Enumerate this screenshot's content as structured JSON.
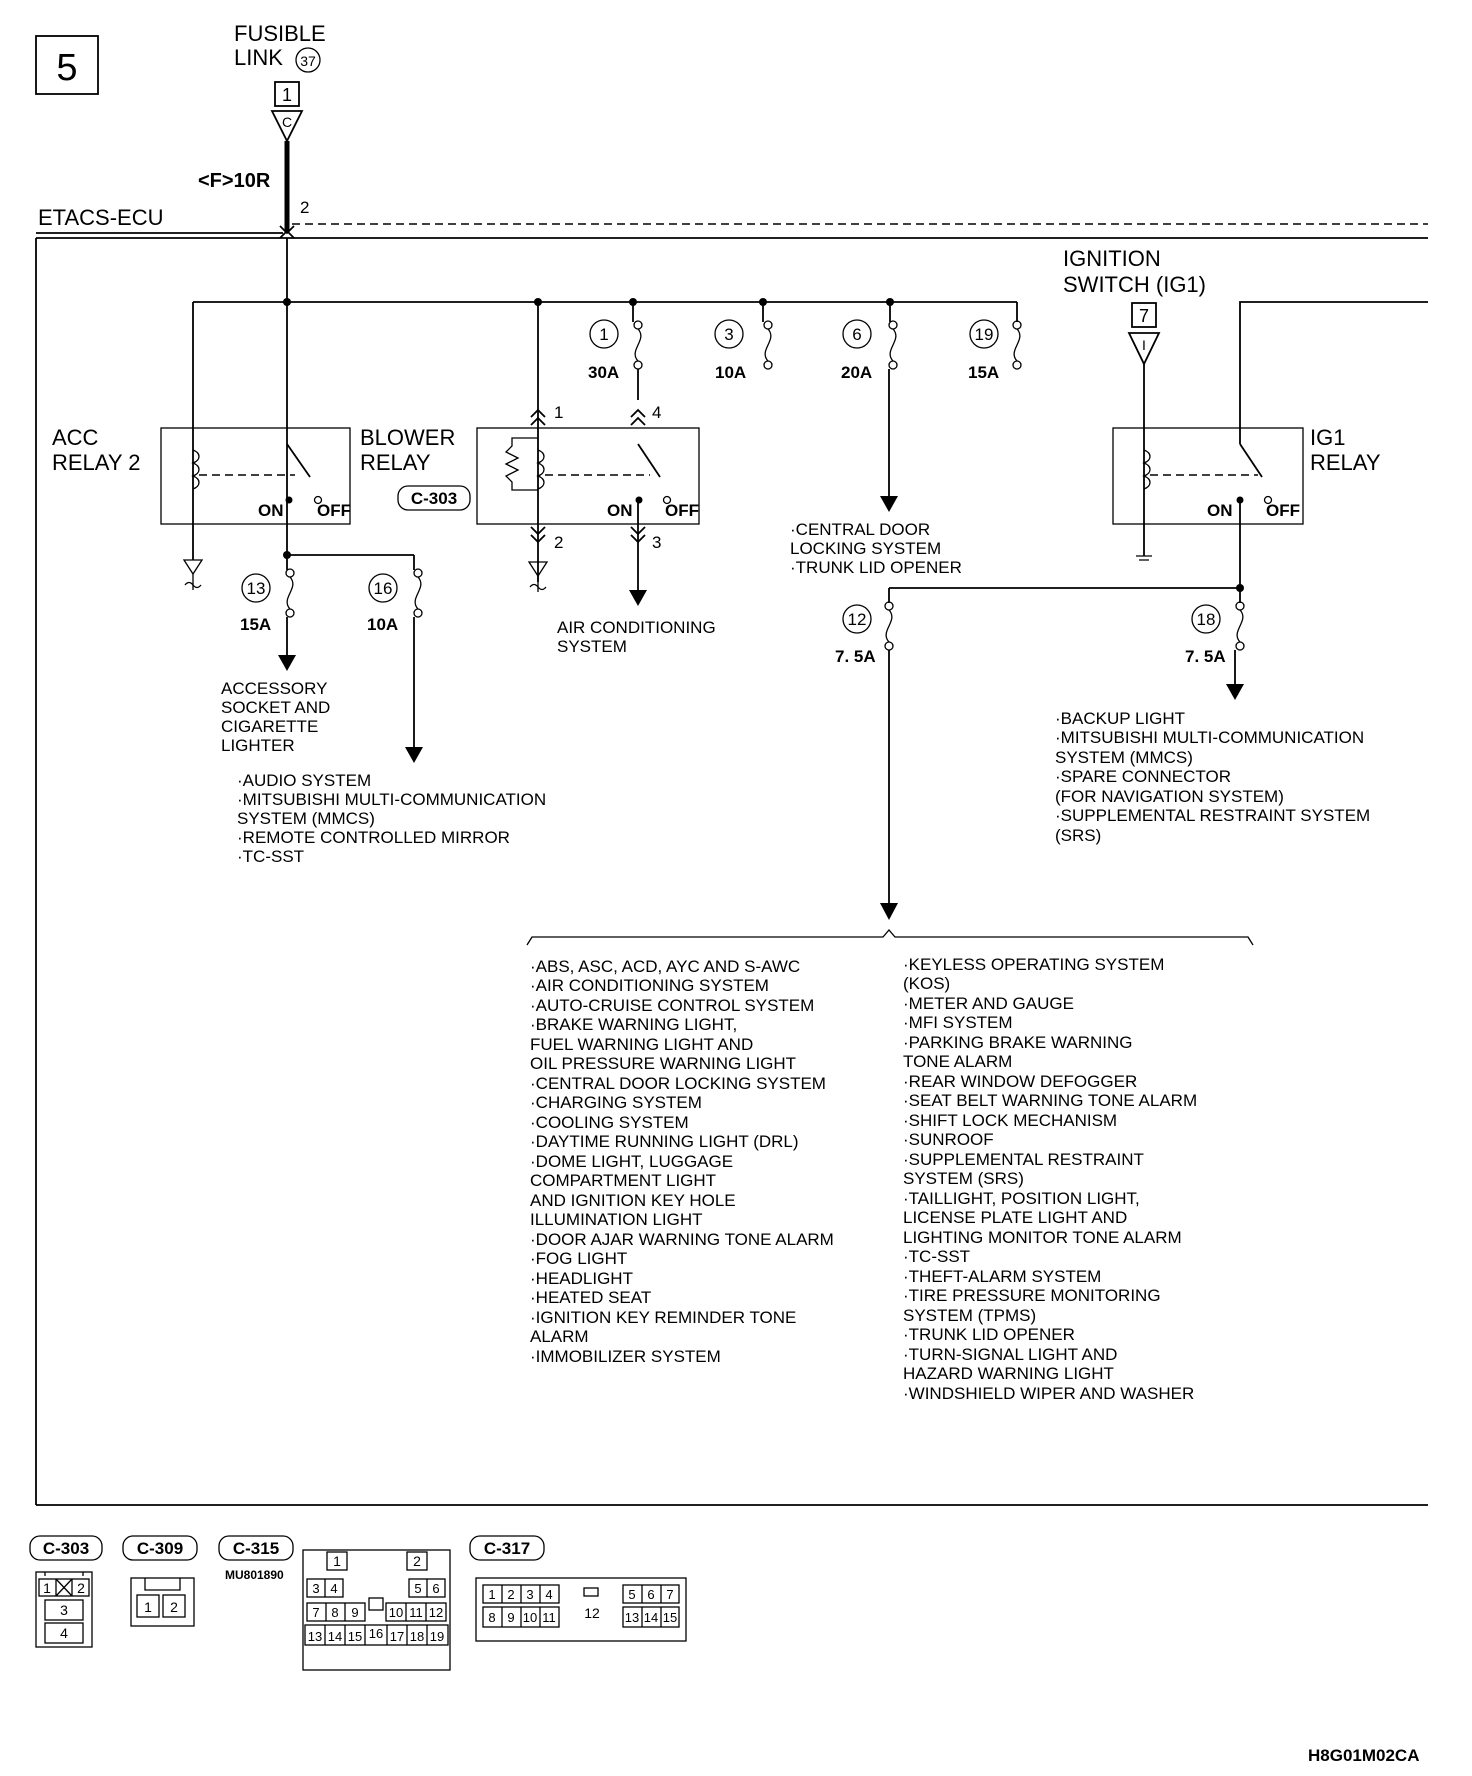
{
  "page_number": "5",
  "fusible_link": {
    "title_line1": "FUSIBLE",
    "title_line2": "LINK",
    "number": "37",
    "terminal": "1",
    "connector": "C",
    "wire": "<F>10R"
  },
  "etacs": {
    "label": "ETACS-ECU",
    "pin": "2"
  },
  "ignition_switch": {
    "line1": "IGNITION",
    "line2": "SWITCH (IG1)",
    "terminal": "7",
    "connector": "I"
  },
  "relays": {
    "acc_line1": "ACC",
    "acc_line2": "RELAY 2",
    "blower_line1": "BLOWER",
    "blower_line2": "RELAY",
    "blower_connector": "C-303",
    "ig1_line1": "IG1",
    "ig1_line2": "RELAY",
    "on": "ON",
    "off": "OFF",
    "blower_pins": [
      "1",
      "4",
      "2",
      "3"
    ]
  },
  "fuses": {
    "f1": {
      "num": "1",
      "amp": "30A"
    },
    "f3": {
      "num": "3",
      "amp": "10A"
    },
    "f6": {
      "num": "6",
      "amp": "20A"
    },
    "f19": {
      "num": "19",
      "amp": "15A"
    },
    "f13": {
      "num": "13",
      "amp": "15A"
    },
    "f16": {
      "num": "16",
      "amp": "10A"
    },
    "f12": {
      "num": "12",
      "amp": "7. 5A"
    },
    "f18": {
      "num": "18",
      "amp": "7. 5A"
    }
  },
  "loads": {
    "central_door": [
      "·CENTRAL DOOR",
      " LOCKING SYSTEM",
      "·TRUNK LID OPENER"
    ],
    "air_conditioning": [
      "AIR CONDITIONING",
      "SYSTEM"
    ],
    "accessory_socket": [
      "ACCESSORY",
      "SOCKET AND",
      "CIGARETTE",
      "LIGHTER"
    ],
    "audio": [
      "·AUDIO SYSTEM",
      "·MITSUBISHI MULTI-COMMUNICATION",
      " SYSTEM (MMCS)",
      "·REMOTE CONTROLLED MIRROR",
      "·TC-SST"
    ],
    "backup": [
      "·BACKUP LIGHT",
      "·MITSUBISHI MULTI-COMMUNICATION",
      " SYSTEM (MMCS)",
      "·SPARE CONNECTOR",
      " (FOR NAVIGATION SYSTEM)",
      "·SUPPLEMENTAL RESTRAINT SYSTEM",
      " (SRS)"
    ],
    "list_left": [
      "·ABS, ASC, ACD, AYC AND S-AWC",
      "·AIR CONDITIONING SYSTEM",
      "·AUTO-CRUISE CONTROL SYSTEM",
      "·BRAKE WARNING LIGHT,",
      " FUEL WARNING LIGHT AND",
      " OIL PRESSURE WARNING LIGHT",
      "·CENTRAL DOOR LOCKING SYSTEM",
      "·CHARGING SYSTEM",
      "·COOLING SYSTEM",
      "·DAYTIME RUNNING LIGHT (DRL)",
      "·DOME LIGHT, LUGGAGE",
      " COMPARTMENT LIGHT",
      " AND IGNITION KEY HOLE",
      " ILLUMINATION LIGHT",
      "·DOOR AJAR WARNING TONE ALARM",
      "·FOG LIGHT",
      "·HEADLIGHT",
      "·HEATED SEAT",
      "·IGNITION KEY REMINDER TONE",
      " ALARM",
      "·IMMOBILIZER SYSTEM"
    ],
    "list_right": [
      "·KEYLESS OPERATING SYSTEM",
      " (KOS)",
      "·METER AND GAUGE",
      "·MFI SYSTEM",
      "·PARKING BRAKE WARNING",
      " TONE ALARM",
      "·REAR WINDOW DEFOGGER",
      "·SEAT BELT WARNING TONE ALARM",
      "·SHIFT LOCK MECHANISM",
      "·SUNROOF",
      "·SUPPLEMENTAL RESTRAINT",
      " SYSTEM (SRS)",
      "·TAILLIGHT, POSITION LIGHT,",
      " LICENSE PLATE LIGHT AND",
      " LIGHTING MONITOR TONE ALARM",
      "·TC-SST",
      "·THEFT-ALARM SYSTEM",
      "·TIRE PRESSURE MONITORING",
      " SYSTEM (TPMS)",
      "·TRUNK LID OPENER",
      "·TURN-SIGNAL LIGHT AND",
      " HAZARD WARNING LIGHT",
      "·WINDSHIELD WIPER AND WASHER"
    ]
  },
  "connectors": {
    "c303": "C-303",
    "c309": "C-309",
    "c315": "C-315",
    "c315_part": "MU801890",
    "c317": "C-317",
    "c303_pins": [
      "1",
      "2",
      "3",
      "4"
    ],
    "c309_pins": [
      "1",
      "2"
    ],
    "c315_pins": [
      "1",
      "2",
      "3",
      "4",
      "5",
      "6",
      "7",
      "8",
      "9",
      "10",
      "11",
      "12",
      "13",
      "14",
      "15",
      "16",
      "17",
      "18",
      "19"
    ],
    "c317_pins": [
      "1",
      "2",
      "3",
      "4",
      "5",
      "6",
      "7",
      "8",
      "9",
      "10",
      "11",
      "12",
      "13",
      "14",
      "15"
    ]
  },
  "drawing_code": "H8G01M02CA"
}
